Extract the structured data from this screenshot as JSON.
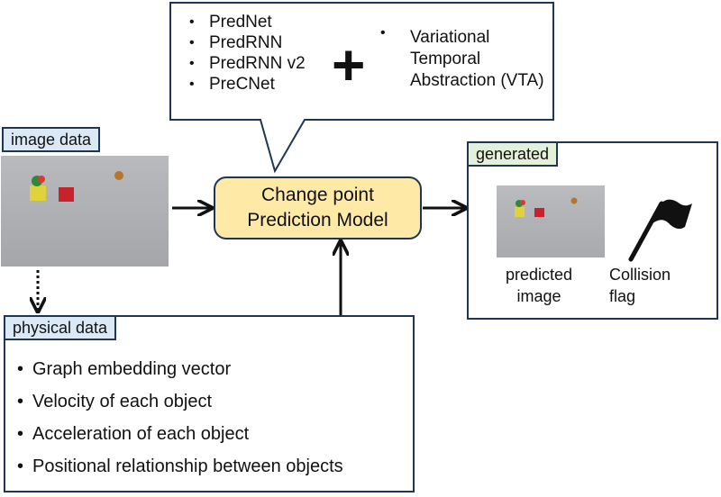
{
  "model_list": {
    "items": [
      "PredNet",
      "PredRNN",
      "PredRNN v2",
      "PreCNet"
    ],
    "plus_symbol": "+",
    "vta_lines": [
      "Variational",
      "Temporal",
      "Abstraction (VTA)"
    ]
  },
  "image_data": {
    "label": "image data"
  },
  "model": {
    "line1": "Change point",
    "line2": "Prediction Model"
  },
  "generated": {
    "label": "generated",
    "predicted_caption": [
      "predicted",
      "image"
    ],
    "flag_caption": [
      "Collision",
      "flag"
    ]
  },
  "physical_data": {
    "label": "physical data",
    "items": [
      "Graph embedding vector",
      "Velocity of each object",
      "Acceleration of each object",
      "Positional relationship between objects"
    ]
  },
  "colors": {
    "border": "#1f3556",
    "model_fill": "#ffe9a6",
    "image_tag_fill": "#dbe8f5",
    "generated_tag_fill": "#e3f1da"
  },
  "icons": {
    "flag": "collision-flag-icon",
    "bullet": "bullet-icon"
  }
}
